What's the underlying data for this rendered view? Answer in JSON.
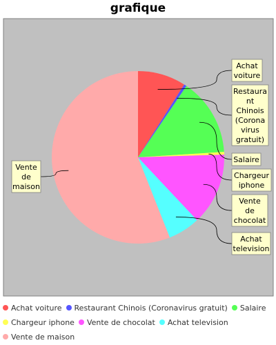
{
  "chart_data": {
    "type": "pie",
    "title": "grafique",
    "slices": [
      {
        "label": "Achat voiture",
        "value": 9,
        "color": "#ff5555"
      },
      {
        "label": "Restaurant Chinois (Coronavirus gratuit)",
        "value": 0.5,
        "color": "#5555ff"
      },
      {
        "label": "Salaire",
        "value": 14.5,
        "color": "#55ff55"
      },
      {
        "label": "Chargeur iphone",
        "value": 0.5,
        "color": "#ffff55"
      },
      {
        "label": "Vente de chocolat",
        "value": 13.5,
        "color": "#ff55ff"
      },
      {
        "label": "Achat television",
        "value": 6,
        "color": "#55ffff"
      },
      {
        "label": "Vente de maison",
        "value": 56,
        "color": "#ffaaaa"
      }
    ],
    "callouts": [
      {
        "slice": 0,
        "lines": [
          "Achat",
          "voiture"
        ]
      },
      {
        "slice": 1,
        "lines": [
          "Restaura",
          "nt",
          "Chinois",
          "(Corona",
          "virus",
          "gratuit)"
        ]
      },
      {
        "slice": 2,
        "lines": [
          "Salaire"
        ]
      },
      {
        "slice": 3,
        "lines": [
          "Chargeur",
          "iphone"
        ]
      },
      {
        "slice": 4,
        "lines": [
          "Vente",
          "de",
          "chocolat"
        ]
      },
      {
        "slice": 5,
        "lines": [
          "Achat",
          "television"
        ]
      },
      {
        "slice": 6,
        "lines": [
          "Vente",
          "de",
          "maison"
        ]
      }
    ],
    "legend_position": "bottom"
  }
}
